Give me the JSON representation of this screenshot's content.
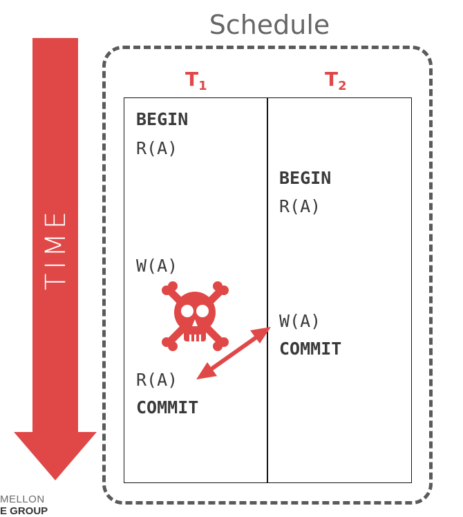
{
  "time_axis": {
    "label": "TIME",
    "color": "#e04848"
  },
  "schedule": {
    "title": "Schedule",
    "transactions": [
      {
        "name": "T",
        "subscript": "1"
      },
      {
        "name": "T",
        "subscript": "2"
      }
    ]
  },
  "ops": {
    "t1": {
      "begin": "BEGIN",
      "read1": "R(A)",
      "write": "W(A)",
      "read2": "R(A)",
      "commit": "COMMIT"
    },
    "t2": {
      "begin": "BEGIN",
      "read": "R(A)",
      "write": "W(A)",
      "commit": "COMMIT"
    }
  },
  "icons": {
    "conflict": "skull-crossbones-icon",
    "conflict_arrow": "double-arrow-icon"
  },
  "colors": {
    "accent": "#e04848",
    "frame": "#5a5a5a",
    "text": "#3a3a3a"
  },
  "footer": {
    "line1": "MELLON",
    "line2": "E GROUP"
  }
}
